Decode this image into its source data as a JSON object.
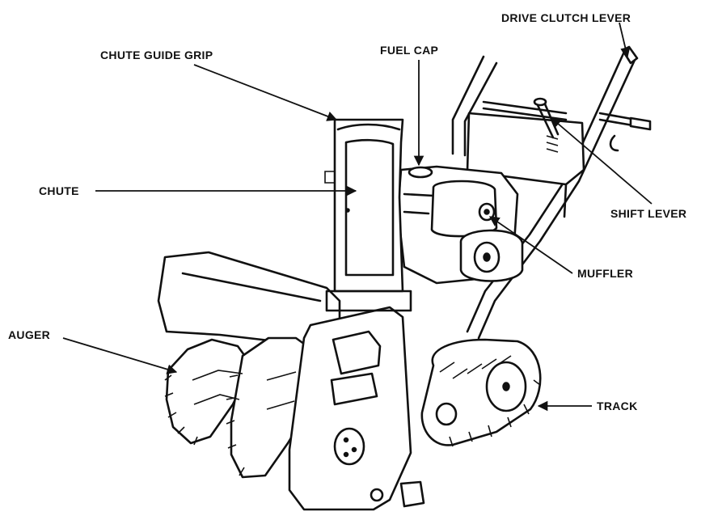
{
  "labels": {
    "drive_clutch_lever": "DRIVE CLUTCH LEVER",
    "chute_guide_grip": "CHUTE GUIDE GRIP",
    "fuel_cap": "FUEL CAP",
    "chute": "CHUTE",
    "shift_lever": "SHIFT LEVER",
    "muffler": "MUFFLER",
    "auger": "AUGER",
    "track": "TRACK"
  }
}
